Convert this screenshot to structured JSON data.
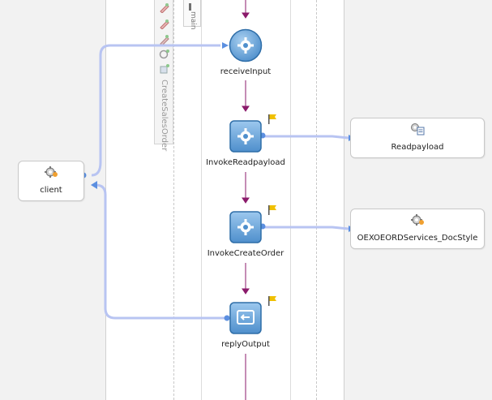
{
  "swimlane": {
    "tab_label": "main",
    "vertical_label": "CreateSalesOrder"
  },
  "toolbar": {
    "icons": [
      "edit-variable-icon",
      "edit-variable-icon",
      "assign-icon",
      "refresh-icon",
      "add-icon"
    ]
  },
  "activities": {
    "receive": "receiveInput",
    "invoke_read": "InvokeReadpayload",
    "invoke_create": "InvokeCreateOrder",
    "reply": "replyOutput"
  },
  "services": {
    "client": "client",
    "readpayload": "Readpayload",
    "oexo": "OEXOEORDServices_DocStyle"
  },
  "colors": {
    "activity_fill": "#6ea8dc",
    "activity_border": "#2f6ea8",
    "flow_arrow": "#8b1a6b",
    "wire": "#b8c4f2",
    "wire_arrow": "#5b8fe0",
    "flag": "#f0c000"
  }
}
